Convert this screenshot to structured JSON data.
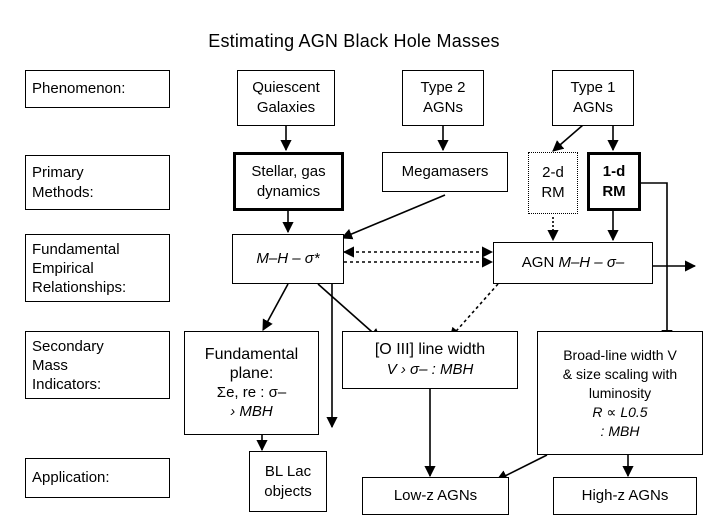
{
  "title": "Estimating AGN Black Hole Masses",
  "row_labels": {
    "phenomenon": "Phenomenon:",
    "primary": [
      "Primary",
      "Methods:"
    ],
    "fundamental": [
      "Fundamental",
      "Empirical",
      "Relationships:"
    ],
    "secondary": [
      "Secondary",
      "Mass",
      "Indicators:"
    ],
    "application": "Application:"
  },
  "nodes": {
    "quiescent": [
      "Quiescent",
      "Galaxies"
    ],
    "type2": [
      "Type 2",
      "AGNs"
    ],
    "type1": [
      "Type 1",
      "AGNs"
    ],
    "stellar": [
      "Stellar, gas",
      "dynamics"
    ],
    "megamasers": "Megamasers",
    "rm2d": [
      "2-d",
      "RM"
    ],
    "rm1d": [
      "1-d",
      "RM"
    ],
    "msigma": "M–H – σ*",
    "agn_msigma_prefix": "AGN ",
    "agn_msigma": "M–H – σ–",
    "fundamental_plane": [
      "Fundamental",
      "plane:",
      "Σe, re : σ–",
      "› MBH"
    ],
    "oiii": [
      "[O III] line width",
      "V › σ– : MBH"
    ],
    "broadline": [
      "Broad-line width V",
      "& size scaling with",
      "luminosity",
      "R ∝ L0.5",
      ": MBH"
    ],
    "bllac": [
      "BL Lac",
      "objects"
    ],
    "lowz": "Low-z AGNs",
    "highz": "High-z AGNs"
  }
}
